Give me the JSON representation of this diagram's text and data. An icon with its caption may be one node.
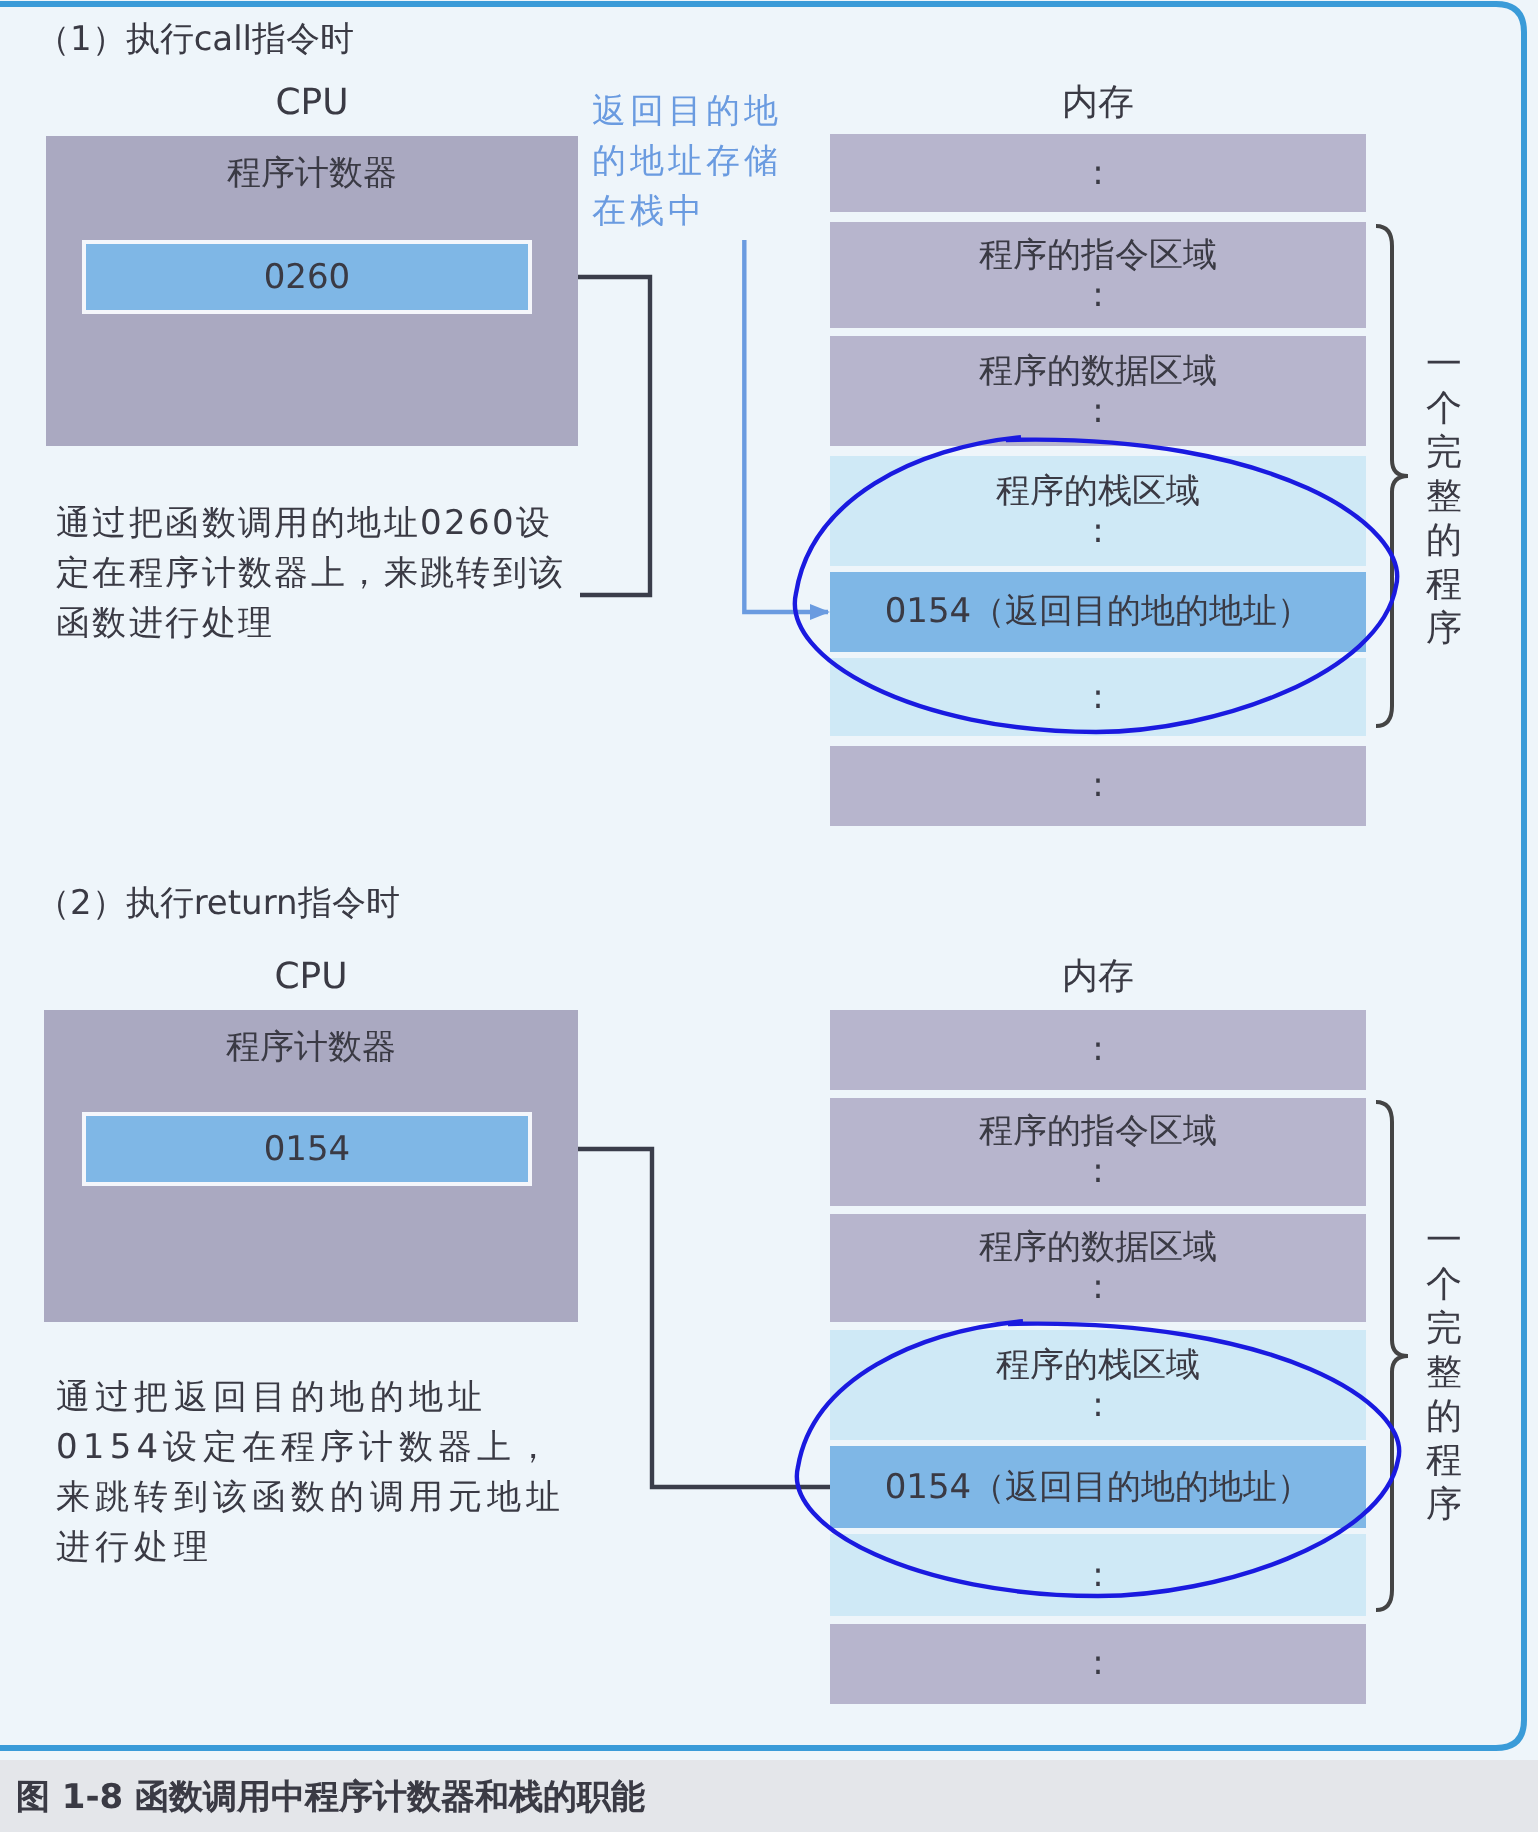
{
  "diagram": {
    "caption": "图 1-8 函数调用中程序计数器和栈的职能",
    "nodes": [
      {
        "text": [
          "CPU",
          "程序计数器"
        ]
      },
      {
        "text": [
          "0260"
        ],
        "in": 0
      },
      {
        "text": [
          "通过把函数调用的地址0260设定在程序计数器上，来跳转到该函数进行处理"
        ]
      },
      {
        "text": [
          "返回目的地的地址存储在栈中"
        ]
      },
      {
        "text": [
          "内存"
        ]
      },
      {
        "text": [
          ":"
        ],
        "in": 4
      },
      {
        "text": [
          "程序的指令区域",
          ":"
        ],
        "in": 4
      },
      {
        "text": [
          "程序的数据区域",
          ":"
        ],
        "in": 4
      },
      {
        "text": [
          "程序的栈区域",
          ":"
        ],
        "in": 4
      },
      {
        "text": [
          "0154（返回目的地的地址）"
        ],
        "in": 4
      },
      {
        "text": [
          ":"
        ],
        "in": 4
      },
      {
        "text": [
          ":"
        ],
        "in": 4
      },
      {
        "text": [
          "CPU",
          "程序计数器"
        ]
      },
      {
        "text": [
          "0154"
        ],
        "in": 12
      },
      {
        "text": [
          "内存"
        ]
      },
      {
        "text": [
          ":"
        ],
        "in": 14
      },
      {
        "text": [
          "程序的指令区域",
          ":"
        ],
        "in": 14
      },
      {
        "text": [
          "程序的数据区域",
          ":"
        ],
        "in": 14
      },
      {
        "text": [
          "程序的栈区域",
          ":"
        ],
        "in": 14
      },
      {
        "text": [
          "0154（返回目的地的地址）"
        ],
        "in": 14
      },
      {
        "text": [
          ":"
        ],
        "in": 14
      },
      {
        "text": [
          ":"
        ],
        "in": 14
      }
    ],
    "edges": [
      {
        "from": 2,
        "to": 1,
        "arrow": "to"
      },
      {
        "from": 3,
        "to": 9,
        "arrow": "to",
        "color": "#6a9be0"
      },
      {
        "from": 19,
        "to": 13,
        "arrow": "to"
      }
    ],
    "labels": [
      "（1）执行call指令时",
      "一个完整的程序",
      "（2）执行return指令时",
      "通过把返回目的地的地址0154设定在程序计数器上，来跳转到该函数的调用元地址进行处理",
      "一个完整的程序"
    ]
  }
}
